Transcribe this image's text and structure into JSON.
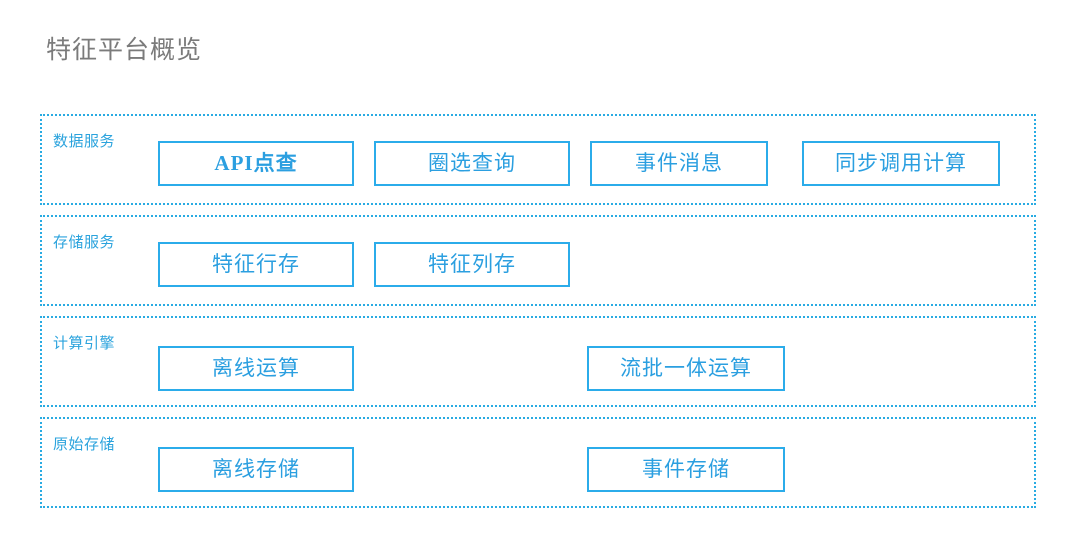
{
  "page": {
    "title": "特征平台概览",
    "title_color": "#7b7b7b",
    "accent_color": "#29abe2",
    "box_border_color": "#2bacea",
    "box_text_color": "#2b9fe0",
    "background_color": "#ffffff"
  },
  "layers": [
    {
      "label": "数据服务",
      "boxes": [
        {
          "label": "API点查",
          "emphasis": "bold"
        },
        {
          "label": "圈选查询",
          "emphasis": "normal"
        },
        {
          "label": "事件消息",
          "emphasis": "normal"
        },
        {
          "label": "同步调用计算",
          "emphasis": "normal"
        }
      ]
    },
    {
      "label": "存储服务",
      "boxes": [
        {
          "label": "特征行存",
          "emphasis": "normal"
        },
        {
          "label": "特征列存",
          "emphasis": "normal"
        }
      ]
    },
    {
      "label": "计算引擎",
      "boxes": [
        {
          "label": "离线运算",
          "emphasis": "normal"
        },
        {
          "label": "流批一体运算",
          "emphasis": "normal"
        }
      ]
    },
    {
      "label": "原始存储",
      "boxes": [
        {
          "label": "离线存储",
          "emphasis": "normal"
        },
        {
          "label": "事件存储",
          "emphasis": "normal"
        }
      ]
    }
  ]
}
